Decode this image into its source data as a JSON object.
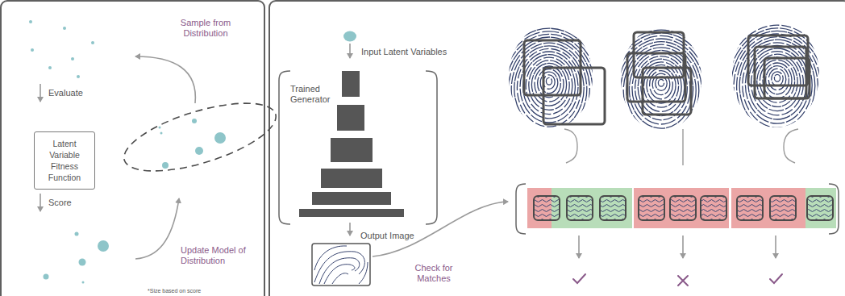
{
  "diagram": {
    "nodes": [
      {
        "text": [
          "Latent Variable Fitness Function"
        ]
      }
    ],
    "labels": [
      "Sample from Distribution",
      "Evaluate",
      "Score",
      "Update Model of Distribution",
      "*Size based on score",
      "Input Latent Variables",
      "Trained Generator",
      "Output Image",
      "Check for Matches"
    ]
  }
}
